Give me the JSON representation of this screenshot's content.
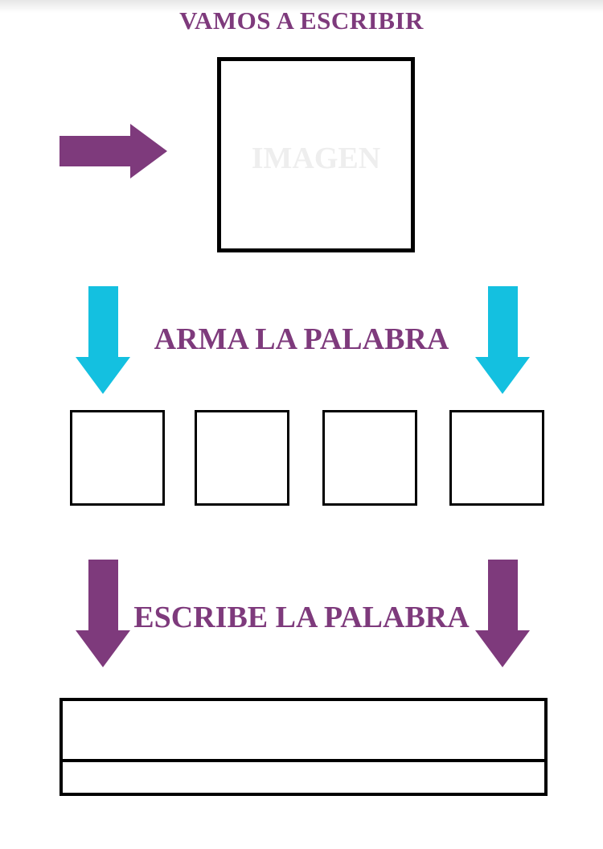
{
  "title": "VAMOS A ESCRIBIR",
  "image_placeholder": "IMAGEN",
  "section_build": "ARMA LA PALABRA",
  "section_write": "ESCRIBE LA PALABRA",
  "letter_box_count": 4,
  "colors": {
    "purple": "#7e3a7c",
    "cyan": "#14c0e0",
    "border": "#000000"
  },
  "icons": {
    "pointer": "arrow-right-icon",
    "build": "arrow-down-icon",
    "write": "arrow-down-icon"
  }
}
